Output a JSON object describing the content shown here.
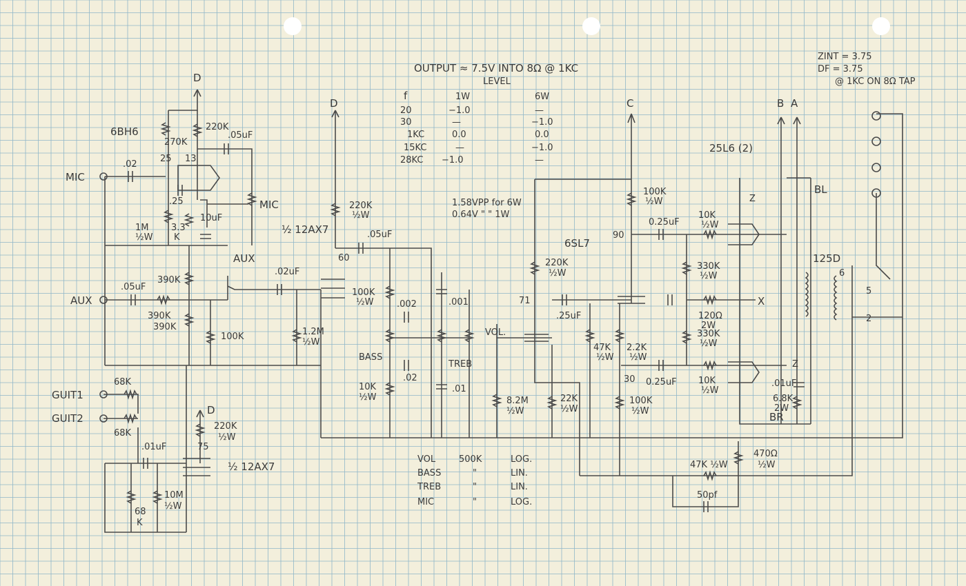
{
  "header": {
    "output_title": "OUTPUT ≈ 7.5V INTO 8Ω @ 1KC",
    "level_label": "LEVEL",
    "impedance": "ZINT = 3.75",
    "damping_factor": "DF = 3.75",
    "impedance_note": "@ 1KC ON 8Ω TAP"
  },
  "level_table": {
    "headers": [
      "f",
      "1W",
      "6W"
    ],
    "rows": [
      [
        "20",
        "−1.0",
        "—"
      ],
      [
        "30",
        "—",
        "−1.0"
      ],
      [
        "1KC",
        "0.0",
        "0.0"
      ],
      [
        "15KC",
        "—",
        "−1.0"
      ],
      [
        "28KC",
        "−1.0",
        "—"
      ]
    ]
  },
  "vpp_note": [
    "1.58VPP for 6W",
    "0.64V \" \" 1W"
  ],
  "inputs": {
    "mic": "MIC",
    "aux": "AUX",
    "guit1": "GUIT1",
    "guit2": "GUIT2"
  },
  "tubes": {
    "pre": "6BH6",
    "v2": "½ 12AX7",
    "v3": "½ 12AX7",
    "pi": "6SL7",
    "out": "25L6 (2)",
    "rect": "125D"
  },
  "supply": {
    "d1": "D",
    "d2": "D",
    "d3": "D",
    "c": "C",
    "b": "B",
    "a": "A"
  },
  "components": {
    "c_mic": ".02",
    "r_220k_top": "220K",
    "r_270k": "270K",
    "c_05_top": ".05uF",
    "pin25": "25",
    "pin13": "13",
    "c_25": ".25",
    "r_1m": [
      "1M",
      "½W"
    ],
    "r_33k": [
      "3.3",
      "K"
    ],
    "c_10uf": "10uF",
    "pot_mic": "MIC",
    "pot_aux": "AUX",
    "c_aux_in": ".05uF",
    "r_390k_a": "390K",
    "r_390k_b": "390K",
    "r_390k_c": "390K",
    "r_100k_mix": "100K",
    "c_02_mid": ".02uF",
    "r_12m": [
      "1.2M",
      "½W"
    ],
    "r_220k_v2": [
      "220K",
      "½W"
    ],
    "c_05_v2": ".05uF",
    "pin60": "60",
    "r_100k_tone": [
      "100K",
      "½W"
    ],
    "c_002": ".002",
    "c_001": ".001",
    "pot_bass": "BASS",
    "pot_treb": "TREB",
    "pot_vol": "VOL.",
    "c_02_tone": ".02",
    "c_01_tone": ".01",
    "r_10k_tone": [
      "10K",
      "½W"
    ],
    "r_68k_a": "68K",
    "r_68k_b": "68K",
    "c_01_gt": ".01uF",
    "r_68k_cath": [
      "68",
      "K"
    ],
    "r_10m": [
      "10M",
      "½W"
    ],
    "r_220k_v3": [
      "220K",
      "½W"
    ],
    "pin75": "75",
    "r_82m": [
      "8.2M",
      "½W"
    ],
    "r_220k_pi": [
      "220K",
      "½W"
    ],
    "pin71": "71",
    "c_25_pi": ".25uF",
    "r_22k": [
      "22K",
      "½W"
    ],
    "r_100k_pi_top": [
      "100K",
      "½W"
    ],
    "pin90": "90",
    "r_47k": [
      "47K",
      "½W"
    ],
    "r_22k_b": [
      "2.2K",
      "½W"
    ],
    "pin30": "30",
    "r_100k_pi_bot": [
      "100K",
      "½W"
    ],
    "c_025_a": "0.25uF",
    "c_025_b": "0.25uF",
    "r_10k_g1": [
      "10K",
      "½W"
    ],
    "r_10k_g2": [
      "10K",
      "½W"
    ],
    "r_330k_a": [
      "330K",
      "½W"
    ],
    "r_330k_b": [
      "330K",
      "½W"
    ],
    "r_120": [
      "120Ω",
      "2W"
    ],
    "x_label": "X",
    "bl": "BL",
    "br": "BR",
    "z1": "Z",
    "z2": "Z",
    "c_01_out": ".01uF",
    "r_68k_out": [
      "6.8K",
      "2W"
    ],
    "pin6": "6",
    "pin5": "5",
    "pin2": "2",
    "r_47k_fb": [
      "47K ½W"
    ],
    "r_470": [
      "470Ω",
      "½W"
    ],
    "c_50pf": "50pf"
  },
  "pot_table": [
    [
      "VOL",
      "500K",
      "LOG."
    ],
    [
      "BASS",
      "\"",
      "LIN."
    ],
    [
      "TREB",
      "\"",
      "LIN."
    ],
    [
      "MIC",
      "\"",
      "LOG."
    ]
  ]
}
